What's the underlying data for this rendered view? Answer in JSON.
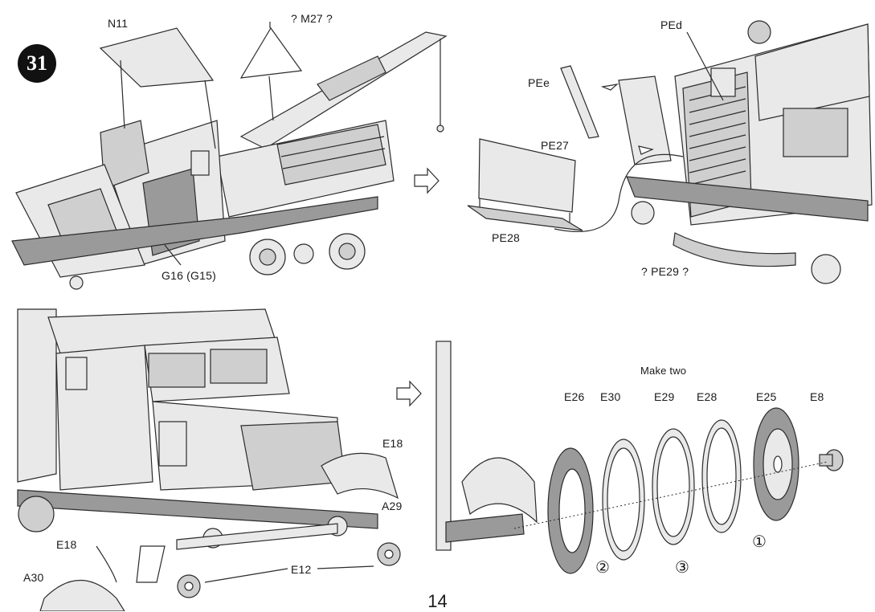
{
  "step": {
    "number": "31"
  },
  "page_number": "14",
  "panel_top_left": {
    "labels": [
      "N11",
      "? M27 ?",
      "G16 (G15)"
    ]
  },
  "panel_top_right": {
    "labels": [
      "PEd",
      "PEe",
      "PE27",
      "PE28",
      "? PE29 ?"
    ]
  },
  "panel_bottom_left": {
    "labels": [
      "E18",
      "A29",
      "E18",
      "A30",
      "E12"
    ]
  },
  "panel_bottom_right": {
    "note": "Make two",
    "parts": [
      "E26",
      "E30",
      "E29",
      "E28",
      "E25",
      "E8"
    ],
    "order_marks": [
      "①",
      "②",
      "③"
    ]
  },
  "colors": {
    "line": "#2b2b2b",
    "part_fill": "#e9e9e9",
    "shade": "#9a9a9a"
  }
}
